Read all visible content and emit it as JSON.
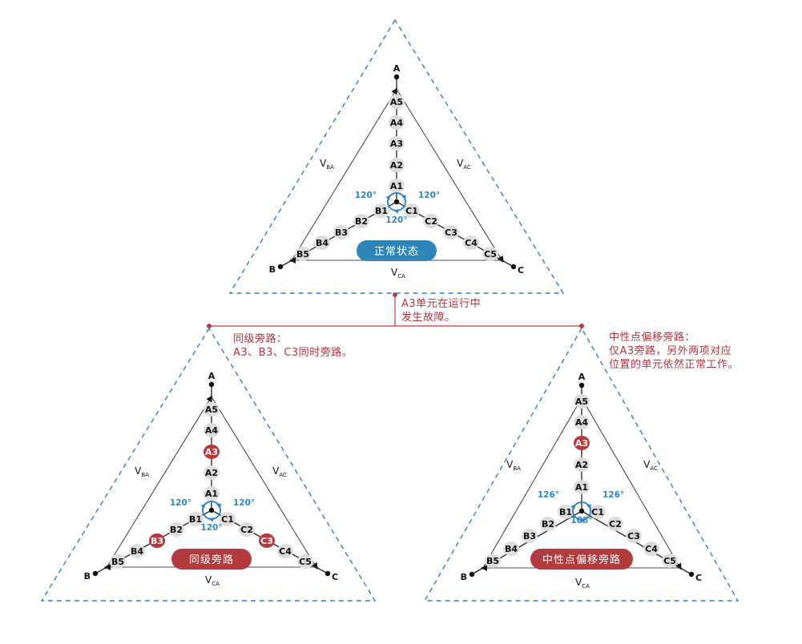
{
  "colors": {
    "frame": "#2f7fc1",
    "connector": "#c0393f",
    "unit_normal": "#dcdcdc",
    "unit_bypassed": "#b8383d",
    "angle": "#2f86c3",
    "badge_normal": "#2e86b8",
    "badge_fault": "#b23b3e",
    "text": "#111111"
  },
  "diagrams": [
    {
      "id": "normal",
      "phase_labels": {
        "a": "A",
        "b": "B",
        "c": "C"
      },
      "voltage_labels": {
        "ba": {
          "main": "V",
          "sub": "BA"
        },
        "ac": {
          "main": "V",
          "sub": "AC"
        },
        "ca": {
          "main": "V",
          "sub": "CA"
        }
      },
      "units": {
        "a": [
          "A1",
          "A2",
          "A3",
          "A4",
          "A5"
        ],
        "b": [
          "B1",
          "B2",
          "B3",
          "B4",
          "B5"
        ],
        "c": [
          "C1",
          "C2",
          "C3",
          "C4",
          "C5"
        ]
      },
      "bypassed_units": [],
      "angles": {
        "left": "120°",
        "right": "120°",
        "bottom": "120°"
      },
      "badge": "正常状态",
      "badge_variant": "normal"
    },
    {
      "id": "same-level-bypass",
      "phase_labels": {
        "a": "A",
        "b": "B",
        "c": "C"
      },
      "voltage_labels": {
        "ba": {
          "main": "V",
          "sub": "BA"
        },
        "ac": {
          "main": "V",
          "sub": "AC"
        },
        "ca": {
          "main": "V",
          "sub": "CA"
        }
      },
      "units": {
        "a": [
          "A1",
          "A2",
          "A3",
          "A4",
          "A5"
        ],
        "b": [
          "B1",
          "B2",
          "B3",
          "B4",
          "B5"
        ],
        "c": [
          "C1",
          "C2",
          "C3",
          "C4",
          "C5"
        ]
      },
      "bypassed_units": [
        "A3",
        "B3",
        "C3"
      ],
      "angles": {
        "left": "120°",
        "right": "120°",
        "bottom": "120°"
      },
      "badge": "同级旁路",
      "badge_variant": "fault"
    },
    {
      "id": "neutral-shift-bypass",
      "phase_labels": {
        "a": "A",
        "b": "B",
        "c": "C"
      },
      "voltage_labels": {
        "ba": {
          "main": "V",
          "sub": "BA"
        },
        "ac": {
          "main": "V",
          "sub": "AC"
        },
        "ca": {
          "main": "V",
          "sub": "CA"
        }
      },
      "units": {
        "a": [
          "A1",
          "A2",
          "A3",
          "A4",
          "A5"
        ],
        "b": [
          "B1",
          "B2",
          "B3",
          "B4",
          "B5"
        ],
        "c": [
          "C1",
          "C2",
          "C3",
          "C4",
          "C5"
        ]
      },
      "bypassed_units": [
        "A3"
      ],
      "angles": {
        "left": "126°",
        "right": "126°",
        "bottom": "108°"
      },
      "badge": "中性点偏移旁路",
      "badge_variant": "fault"
    }
  ],
  "fault_note": {
    "line1": "A3单元在运行中",
    "line2": "发生故障。"
  },
  "same_level_note": {
    "title": "同级旁路：",
    "line": "A3、B3、C3同时旁路。"
  },
  "neutral_shift_note": {
    "title": "中性点偏移旁路：",
    "line1": "仅A3旁路，另外两项对应",
    "line2": "位置的单元依然正常工作。"
  }
}
